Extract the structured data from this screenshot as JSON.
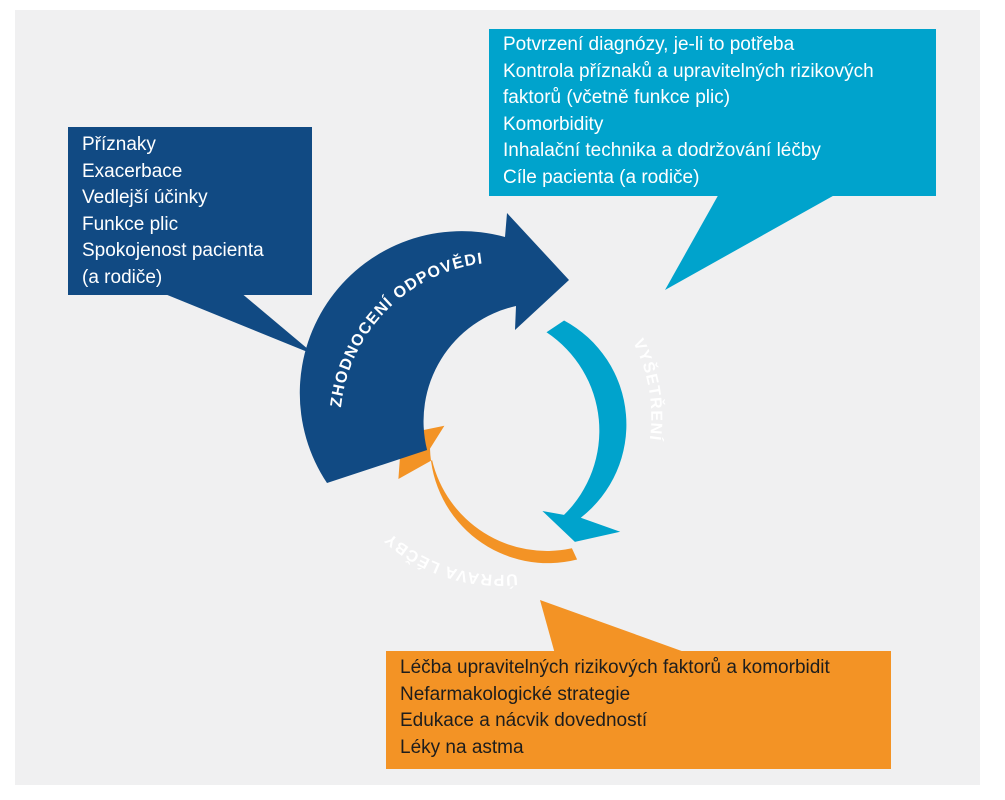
{
  "colors": {
    "background": "#f0f0f1",
    "assessment": "#114a83",
    "examination": "#00a3cc",
    "treatment": "#f39325",
    "box_text_light": "#ffffff",
    "box_text_dark": "#1d1d1d"
  },
  "cycle": {
    "assessment_label": "ZHODNOCENÍ ODPOVĚDI",
    "examination_label": "VYŠETŘENÍ",
    "treatment_label": "ÚPRAVA LÉČBY"
  },
  "assessment_box": {
    "lines": [
      "Příznaky",
      "Exacerbace",
      "Vedlejší účinky",
      "Funkce plic",
      "Spokojenost pacienta",
      "(a rodiče)"
    ]
  },
  "examination_box": {
    "lines": [
      "Potvrzení diagnózy, je-li to potřeba",
      "Kontrola příznaků a upravitelných rizikových",
      "faktorů  (včetně funkce plic)",
      "Komorbidity",
      "Inhalační technika a dodržování léčby",
      "Cíle pacienta (a rodiče)"
    ]
  },
  "treatment_box": {
    "lines": [
      "Léčba upravitelných rizikových faktorů a komorbidit",
      "Nefarmakologické strategie",
      "Edukace a nácvik dovedností",
      "Léky na astma"
    ]
  }
}
